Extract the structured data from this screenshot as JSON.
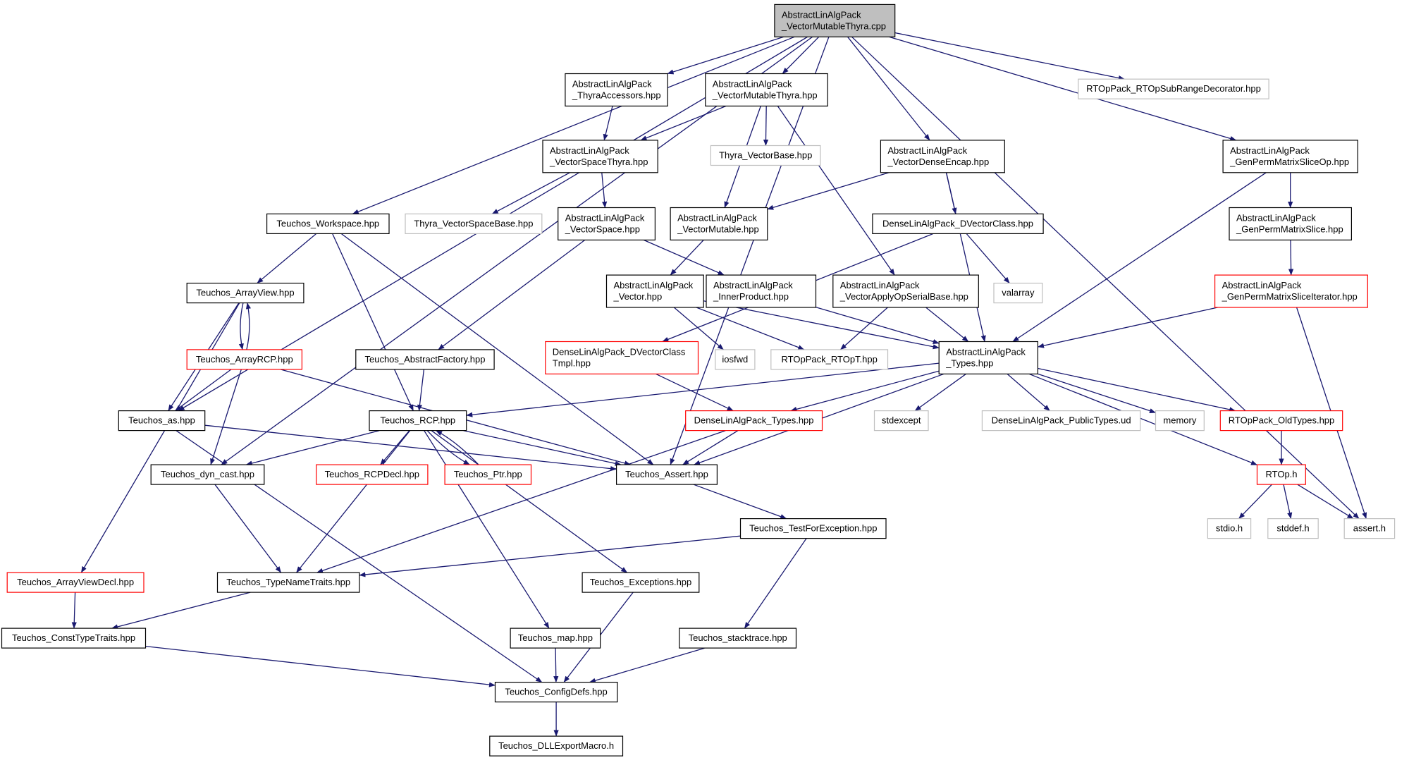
{
  "colors": {
    "edge": "#191970",
    "border_normal": "#000000",
    "border_red": "#ff0000",
    "border_gray": "#bfbfbf",
    "fill_root": "#bfbfbf",
    "fill_default": "#ffffff",
    "text": "#000000"
  },
  "nodes": [
    {
      "id": "root",
      "lines": [
        "AbstractLinAlgPack",
        "_VectorMutableThyra.cpp"
      ],
      "style": "root"
    },
    {
      "id": "thyra_acc",
      "lines": [
        "AbstractLinAlgPack",
        "_ThyraAccessors.hpp"
      ],
      "style": "normal"
    },
    {
      "id": "vmt_hpp",
      "lines": [
        "AbstractLinAlgPack",
        "_VectorMutableThyra.hpp"
      ],
      "style": "normal"
    },
    {
      "id": "rtop_sub",
      "lines": [
        "RTOpPack_RTOpSubRangeDecorator.hpp"
      ],
      "style": "gray"
    },
    {
      "id": "vst",
      "lines": [
        "AbstractLinAlgPack",
        "_VectorSpaceThyra.hpp"
      ],
      "style": "normal"
    },
    {
      "id": "thyra_vb",
      "lines": [
        "Thyra_VectorBase.hpp"
      ],
      "style": "gray"
    },
    {
      "id": "vde",
      "lines": [
        "AbstractLinAlgPack",
        "_VectorDenseEncap.hpp"
      ],
      "style": "normal"
    },
    {
      "id": "gpmso",
      "lines": [
        "AbstractLinAlgPack",
        "_GenPermMatrixSliceOp.hpp"
      ],
      "style": "normal"
    },
    {
      "id": "workspace",
      "lines": [
        "Teuchos_Workspace.hpp"
      ],
      "style": "normal"
    },
    {
      "id": "thyra_vsb",
      "lines": [
        "Thyra_VectorSpaceBase.hpp"
      ],
      "style": "gray"
    },
    {
      "id": "vs",
      "lines": [
        "AbstractLinAlgPack",
        "_VectorSpace.hpp"
      ],
      "style": "normal"
    },
    {
      "id": "vm",
      "lines": [
        "AbstractLinAlgPack",
        "_VectorMutable.hpp"
      ],
      "style": "normal"
    },
    {
      "id": "dvc",
      "lines": [
        "DenseLinAlgPack_DVectorClass.hpp"
      ],
      "style": "normal"
    },
    {
      "id": "gpms",
      "lines": [
        "AbstractLinAlgPack",
        "_GenPermMatrixSlice.hpp"
      ],
      "style": "normal"
    },
    {
      "id": "arrayview",
      "lines": [
        "Teuchos_ArrayView.hpp"
      ],
      "style": "normal"
    },
    {
      "id": "vector",
      "lines": [
        "AbstractLinAlgPack",
        "_Vector.hpp"
      ],
      "style": "normal"
    },
    {
      "id": "innerprod",
      "lines": [
        "AbstractLinAlgPack",
        "_InnerProduct.hpp"
      ],
      "style": "normal"
    },
    {
      "id": "vaosb",
      "lines": [
        "AbstractLinAlgPack",
        "_VectorApplyOpSerialBase.hpp"
      ],
      "style": "normal"
    },
    {
      "id": "valarray",
      "lines": [
        "valarray"
      ],
      "style": "gray"
    },
    {
      "id": "gpmsi",
      "lines": [
        "AbstractLinAlgPack",
        "_GenPermMatrixSliceIterator.hpp"
      ],
      "style": "red"
    },
    {
      "id": "arrayrcp",
      "lines": [
        "Teuchos_ArrayRCP.hpp"
      ],
      "style": "red"
    },
    {
      "id": "absfact",
      "lines": [
        "Teuchos_AbstractFactory.hpp"
      ],
      "style": "normal"
    },
    {
      "id": "dvct",
      "lines": [
        "DenseLinAlgPack_DVectorClass",
        "Tmpl.hpp"
      ],
      "style": "red"
    },
    {
      "id": "iosfwd",
      "lines": [
        "iosfwd"
      ],
      "style": "gray"
    },
    {
      "id": "rtopt",
      "lines": [
        "RTOpPack_RTOpT.hpp"
      ],
      "style": "gray"
    },
    {
      "id": "types",
      "lines": [
        "AbstractLinAlgPack",
        "_Types.hpp"
      ],
      "style": "normal"
    },
    {
      "id": "as",
      "lines": [
        "Teuchos_as.hpp"
      ],
      "style": "normal"
    },
    {
      "id": "rcp",
      "lines": [
        "Teuchos_RCP.hpp"
      ],
      "style": "normal"
    },
    {
      "id": "dlap_types",
      "lines": [
        "DenseLinAlgPack_Types.hpp"
      ],
      "style": "red"
    },
    {
      "id": "stdexcept",
      "lines": [
        "stdexcept"
      ],
      "style": "gray"
    },
    {
      "id": "publictypes",
      "lines": [
        "DenseLinAlgPack_PublicTypes.ud"
      ],
      "style": "gray"
    },
    {
      "id": "memory",
      "lines": [
        "memory"
      ],
      "style": "gray"
    },
    {
      "id": "oldtypes",
      "lines": [
        "RTOpPack_OldTypes.hpp"
      ],
      "style": "red"
    },
    {
      "id": "dyncast",
      "lines": [
        "Teuchos_dyn_cast.hpp"
      ],
      "style": "normal"
    },
    {
      "id": "rcpdecl",
      "lines": [
        "Teuchos_RCPDecl.hpp"
      ],
      "style": "red"
    },
    {
      "id": "ptr",
      "lines": [
        "Teuchos_Ptr.hpp"
      ],
      "style": "red"
    },
    {
      "id": "assert_hpp",
      "lines": [
        "Teuchos_Assert.hpp"
      ],
      "style": "normal"
    },
    {
      "id": "rtoph",
      "lines": [
        "RTOp.h"
      ],
      "style": "red"
    },
    {
      "id": "tfe",
      "lines": [
        "Teuchos_TestForException.hpp"
      ],
      "style": "normal"
    },
    {
      "id": "stdio",
      "lines": [
        "stdio.h"
      ],
      "style": "gray"
    },
    {
      "id": "stddef",
      "lines": [
        "stddef.h"
      ],
      "style": "gray"
    },
    {
      "id": "asserth",
      "lines": [
        "assert.h"
      ],
      "style": "gray"
    },
    {
      "id": "avdecl",
      "lines": [
        "Teuchos_ArrayViewDecl.hpp"
      ],
      "style": "red"
    },
    {
      "id": "tnt",
      "lines": [
        "Teuchos_TypeNameTraits.hpp"
      ],
      "style": "normal"
    },
    {
      "id": "exceptions",
      "lines": [
        "Teuchos_Exceptions.hpp"
      ],
      "style": "normal"
    },
    {
      "id": "ctt",
      "lines": [
        "Teuchos_ConstTypeTraits.hpp"
      ],
      "style": "normal"
    },
    {
      "id": "map",
      "lines": [
        "Teuchos_map.hpp"
      ],
      "style": "normal"
    },
    {
      "id": "stacktrace",
      "lines": [
        "Teuchos_stacktrace.hpp"
      ],
      "style": "normal"
    },
    {
      "id": "configdefs",
      "lines": [
        "Teuchos_ConfigDefs.hpp"
      ],
      "style": "normal"
    },
    {
      "id": "dllexport",
      "lines": [
        "Teuchos_DLLExportMacro.h"
      ],
      "style": "normal"
    }
  ],
  "edges": [
    [
      "root",
      "thyra_acc"
    ],
    [
      "root",
      "vmt_hpp"
    ],
    [
      "root",
      "rtop_sub"
    ],
    [
      "root",
      "vde"
    ],
    [
      "root",
      "gpmso"
    ],
    [
      "root",
      "workspace"
    ],
    [
      "root",
      "as"
    ],
    [
      "root",
      "dyncast"
    ],
    [
      "root",
      "assert_hpp"
    ],
    [
      "root",
      "asserth"
    ],
    [
      "thyra_acc",
      "vst"
    ],
    [
      "vmt_hpp",
      "vst"
    ],
    [
      "vmt_hpp",
      "thyra_vb"
    ],
    [
      "vmt_hpp",
      "vm"
    ],
    [
      "vmt_hpp",
      "vaosb"
    ],
    [
      "vst",
      "thyra_vsb"
    ],
    [
      "vst",
      "vs"
    ],
    [
      "vde",
      "vm"
    ],
    [
      "vde",
      "dvc"
    ],
    [
      "vde",
      "types"
    ],
    [
      "gpmso",
      "gpms"
    ],
    [
      "gpmso",
      "types"
    ],
    [
      "gpms",
      "gpmsi"
    ],
    [
      "gpmsi",
      "types"
    ],
    [
      "gpmsi",
      "asserth"
    ],
    [
      "workspace",
      "arrayview"
    ],
    [
      "workspace",
      "rcp"
    ],
    [
      "workspace",
      "assert_hpp"
    ],
    [
      "vs",
      "absfact"
    ],
    [
      "vs",
      "innerprod"
    ],
    [
      "vm",
      "vector"
    ],
    [
      "dvc",
      "dvct"
    ],
    [
      "dvc",
      "valarray"
    ],
    [
      "arrayview",
      "arrayrcp"
    ],
    [
      "arrayview",
      "as"
    ],
    [
      "arrayview",
      "avdecl"
    ],
    [
      "arrayrcp",
      "arrayview"
    ],
    [
      "arrayrcp",
      "as"
    ],
    [
      "arrayrcp",
      "dyncast"
    ],
    [
      "arrayrcp",
      "assert_hpp"
    ],
    [
      "vector",
      "iosfwd"
    ],
    [
      "vector",
      "rtopt"
    ],
    [
      "vector",
      "types"
    ],
    [
      "innerprod",
      "types"
    ],
    [
      "vaosb",
      "rtopt"
    ],
    [
      "vaosb",
      "types"
    ],
    [
      "absfact",
      "rcp"
    ],
    [
      "dvct",
      "dlap_types"
    ],
    [
      "types",
      "rcp"
    ],
    [
      "types",
      "dlap_types"
    ],
    [
      "types",
      "stdexcept"
    ],
    [
      "types",
      "publictypes"
    ],
    [
      "types",
      "memory"
    ],
    [
      "types",
      "oldtypes"
    ],
    [
      "types",
      "assert_hpp"
    ],
    [
      "types",
      "rtoph"
    ],
    [
      "as",
      "assert_hpp"
    ],
    [
      "as",
      "configdefs"
    ],
    [
      "rcp",
      "dyncast"
    ],
    [
      "rcp",
      "rcpdecl"
    ],
    [
      "rcp",
      "ptr"
    ],
    [
      "rcp",
      "assert_hpp"
    ],
    [
      "rcp",
      "tnt"
    ],
    [
      "rcp",
      "exceptions"
    ],
    [
      "rcp",
      "map"
    ],
    [
      "ptr",
      "rcp"
    ],
    [
      "dlap_types",
      "assert_hpp"
    ],
    [
      "dlap_types",
      "tnt"
    ],
    [
      "oldtypes",
      "rtoph"
    ],
    [
      "dyncast",
      "tnt"
    ],
    [
      "assert_hpp",
      "tfe"
    ],
    [
      "rtoph",
      "stdio"
    ],
    [
      "rtoph",
      "stddef"
    ],
    [
      "rtoph",
      "asserth"
    ],
    [
      "tfe",
      "tnt"
    ],
    [
      "tfe",
      "stacktrace"
    ],
    [
      "avdecl",
      "ctt"
    ],
    [
      "tnt",
      "ctt"
    ],
    [
      "ctt",
      "configdefs"
    ],
    [
      "exceptions",
      "configdefs"
    ],
    [
      "map",
      "configdefs"
    ],
    [
      "stacktrace",
      "configdefs"
    ],
    [
      "configdefs",
      "dllexport"
    ]
  ]
}
